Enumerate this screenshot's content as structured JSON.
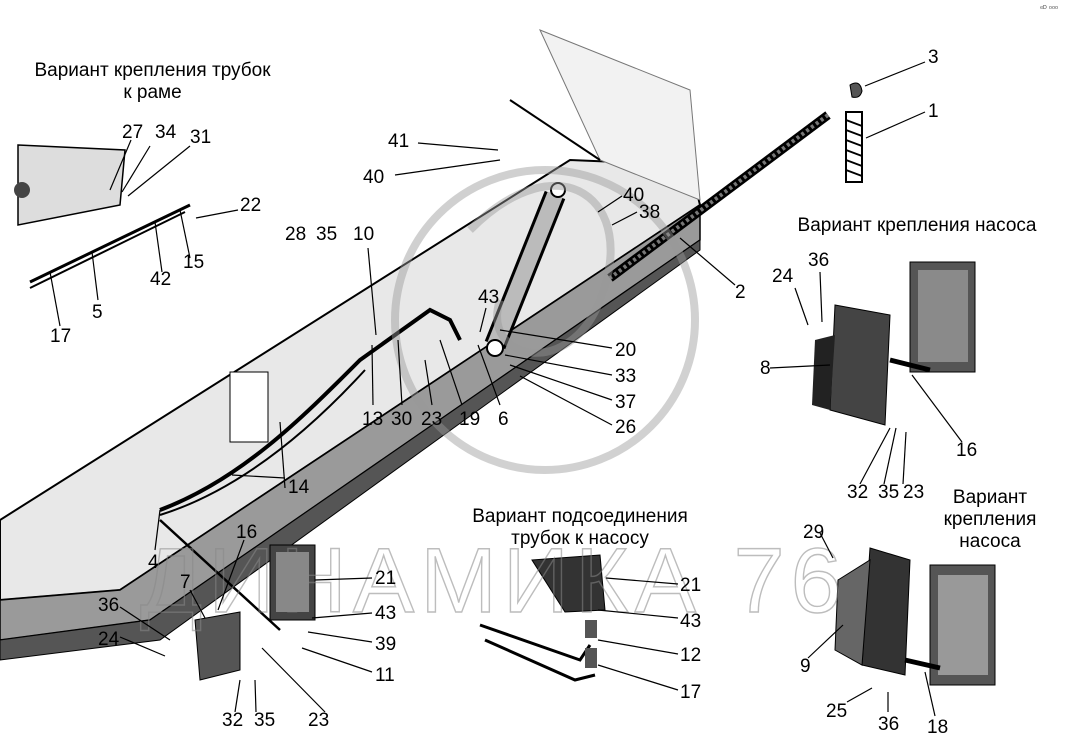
{
  "captions": {
    "tube_mount_line1": "Вариант крепления трубок",
    "tube_mount_line2": "к раме",
    "pump_mount_top": "Вариант крепления насоса",
    "tube_connect_line1": "Вариант подсоединения",
    "tube_connect_line2": "трубок к насосу",
    "pump_mount_right_line1": "Вариант",
    "pump_mount_right_line2": "крепления",
    "pump_mount_right_line3": "насоса"
  },
  "watermark": "ДИНАМИКА 76",
  "corner_mark": "ᵉᴰ ᵒᵒᵒ",
  "callouts": [
    "3",
    "1",
    "2",
    "41",
    "40",
    "40",
    "38",
    "27",
    "34",
    "31",
    "22",
    "15",
    "42",
    "5",
    "17",
    "28",
    "35",
    "10",
    "43",
    "20",
    "33",
    "37",
    "26",
    "6",
    "19",
    "23",
    "30",
    "13",
    "14",
    "4",
    "16",
    "7",
    "36",
    "24",
    "32",
    "35",
    "23",
    "21",
    "43",
    "39",
    "11",
    "21",
    "43",
    "12",
    "17",
    "24",
    "36",
    "8",
    "16",
    "32",
    "35",
    "23",
    "29",
    "9",
    "25",
    "36",
    "18"
  ]
}
